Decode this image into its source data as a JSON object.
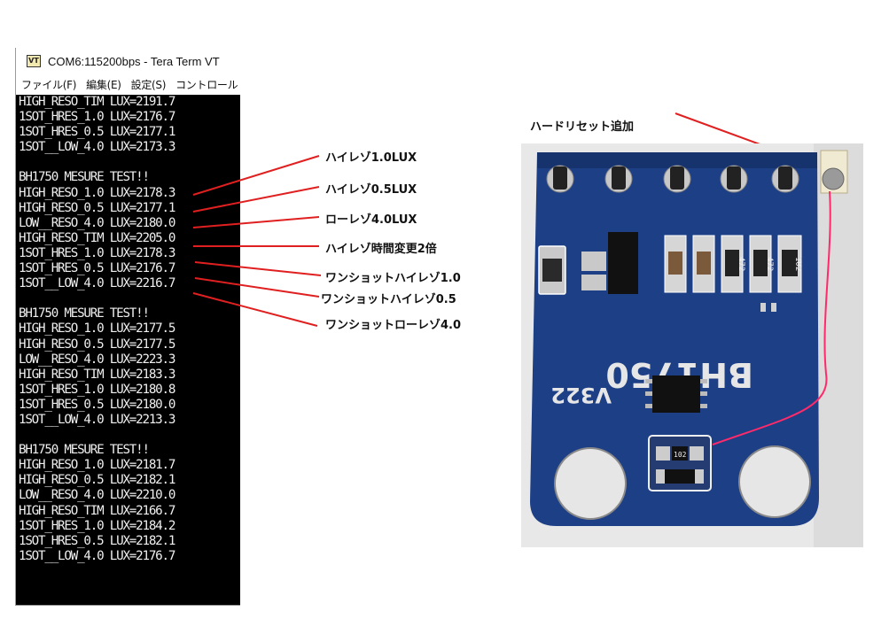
{
  "window": {
    "icon_text": "VT",
    "title": "COM6:115200bps - Tera Term VT",
    "menu": [
      "ファイル(F)",
      "編集(E)",
      "設定(S)",
      "コントロール"
    ]
  },
  "terminal_lines": [
    "HIGH_RESO_TIM LUX=2191.7",
    "1SOT_HRES_1.0 LUX=2176.7",
    "1SOT_HRES_0.5 LUX=2177.1",
    "1SOT__LOW_4.0 LUX=2173.3",
    "",
    "BH1750 MESURE TEST!!",
    "HIGH_RESO_1.0 LUX=2178.3",
    "HIGH_RESO_0.5 LUX=2177.1",
    "LOW__RESO_4.0 LUX=2180.0",
    "HIGH_RESO_TIM LUX=2205.0",
    "1SOT_HRES_1.0 LUX=2178.3",
    "1SOT_HRES_0.5 LUX=2176.7",
    "1SOT__LOW_4.0 LUX=2216.7",
    "",
    "BH1750 MESURE TEST!!",
    "HIGH_RESO_1.0 LUX=2177.5",
    "HIGH_RESO_0.5 LUX=2177.5",
    "LOW__RESO_4.0 LUX=2223.3",
    "HIGH_RESO_TIM LUX=2183.3",
    "1SOT_HRES_1.0 LUX=2180.8",
    "1SOT_HRES_0.5 LUX=2180.0",
    "1SOT__LOW_4.0 LUX=2213.3",
    "",
    "BH1750 MESURE TEST!!",
    "HIGH_RESO_1.0 LUX=2181.7",
    "HIGH_RESO_0.5 LUX=2182.1",
    "LOW__RESO_4.0 LUX=2210.0",
    "HIGH_RESO_TIM LUX=2166.7",
    "1SOT_HRES_1.0 LUX=2184.2",
    "1SOT_HRES_0.5 LUX=2182.1",
    "1SOT__LOW_4.0 LUX=2176.7"
  ],
  "annotations": [
    "ハイレゾ1.0LUX",
    "ハイレゾ0.5LUX",
    "ローレゾ4.0LUX",
    "ハイレゾ時間変更2倍",
    "ワンショットハイレゾ1.0",
    "ワンショットハイレゾ0.5",
    "ワンショットローレゾ4.0"
  ],
  "hard_reset_label": "ハードリセット追加",
  "board": {
    "chip_label": "BH1750",
    "version_label": "V322",
    "resistor_labels": [
      "472",
      "472",
      "102",
      "102"
    ]
  },
  "colors": {
    "annotation_line": "#e02020",
    "pcb": "#1d3f86",
    "terminal_bg": "#000000",
    "terminal_text": "#f0f0f0"
  }
}
